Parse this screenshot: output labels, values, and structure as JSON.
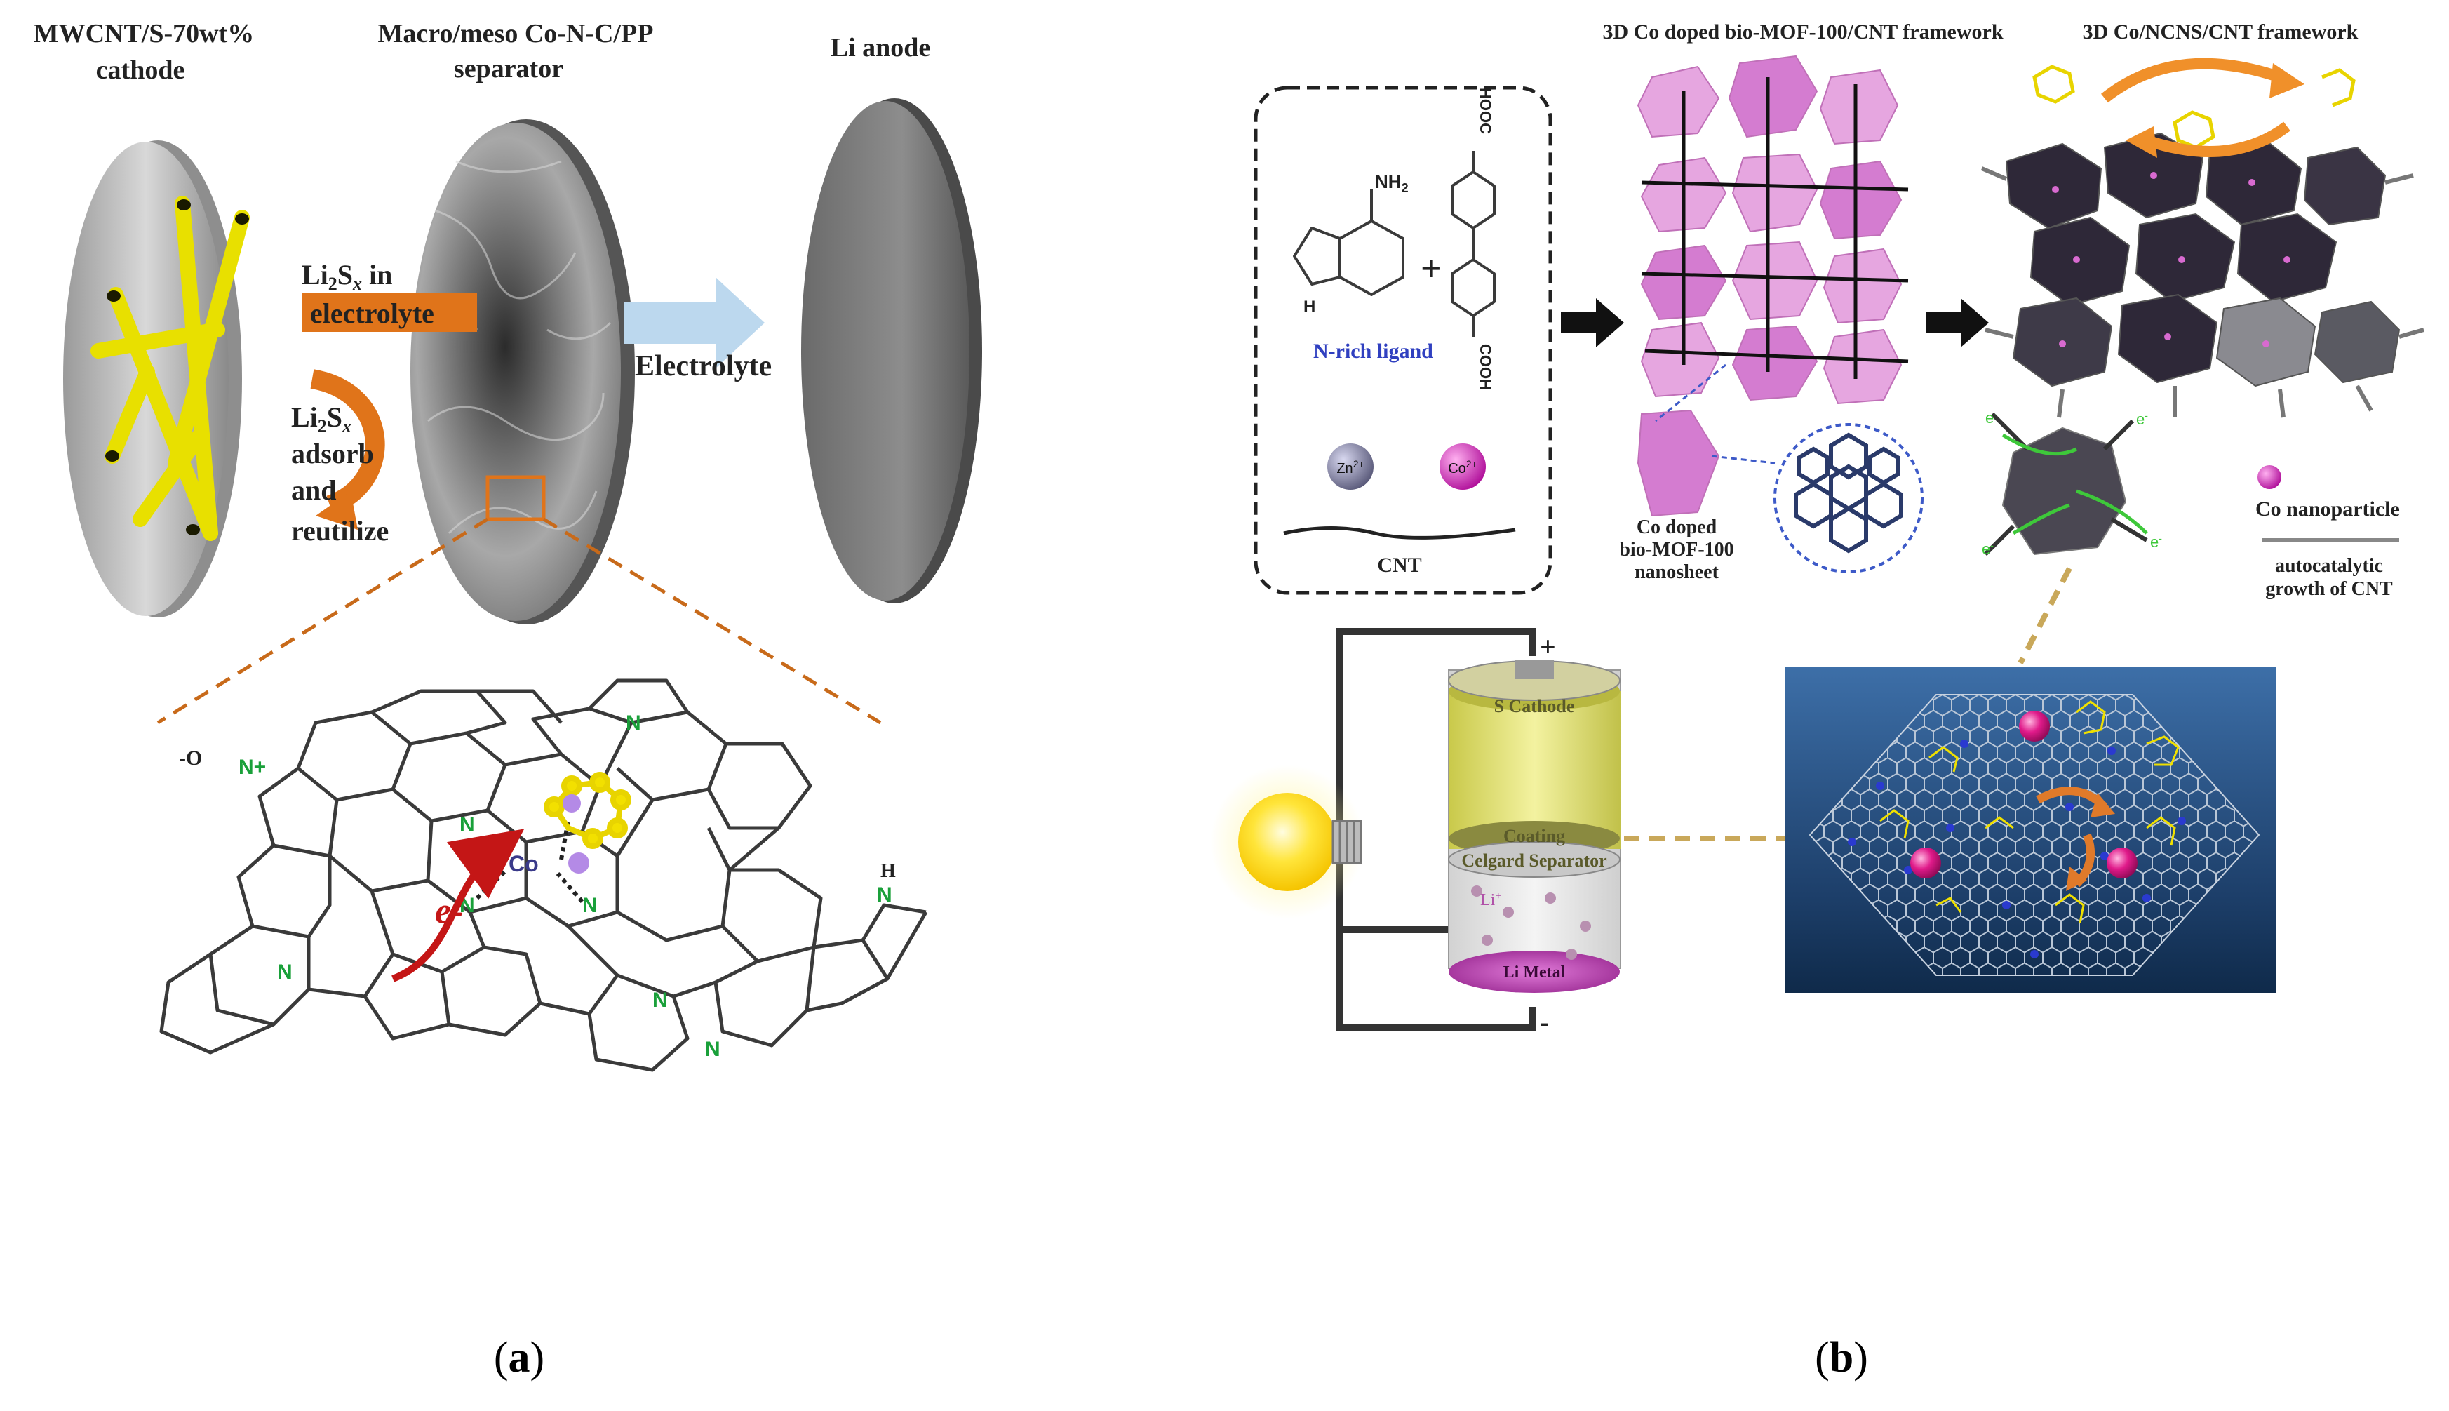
{
  "panel_a": {
    "label": "(a)",
    "cathode_title_1": "MWCNT/S-70wt%",
    "cathode_title_2": "cathode",
    "separator_title_1": "Macro/meso Co-N-C/PP",
    "separator_title_2": "separator",
    "anode_title": "Li anode",
    "li2sx_in": "Li2Sx in",
    "electrolyte_box": "electrolyte",
    "electrolyte_arrow": "Electrolyte",
    "adsorb_1": "Li2Sx",
    "adsorb_2": "adsorb",
    "adsorb_3": "and",
    "adsorb_4": "reutilize",
    "struct_atoms": {
      "n": "N",
      "n_plus": "N+",
      "o_minus": "-O",
      "h": "H",
      "co": "Co",
      "e": "e-"
    }
  },
  "panel_b": {
    "label": "(b)",
    "title_mof": "3D Co doped bio-MOF-100/CNT framework",
    "title_ncns": "3D Co/NCNS/CNT framework",
    "ligand_label": "N-rich ligand",
    "nh2": "NH2",
    "h": "H",
    "hooc": "HOOC",
    "cooh": "COOH",
    "plus": "+",
    "zn_label": "Zn2+",
    "co_label": "Co2+",
    "cnt_label": "CNT",
    "nanosheet_1": "Co doped",
    "nanosheet_2": "bio-MOF-100",
    "nanosheet_3": "nanosheet",
    "co_nanoparticle": "Co nanoparticle",
    "growth_1": "autocatalytic",
    "growth_2": "growth of CNT",
    "e_label": "e-",
    "battery_cathode": "S Cathode",
    "battery_coating": "Coating",
    "battery_separator": "Celgard Separator",
    "battery_li": "Li+",
    "battery_metal": "Li Metal",
    "plus_terminal": "+",
    "minus_terminal": "-"
  }
}
